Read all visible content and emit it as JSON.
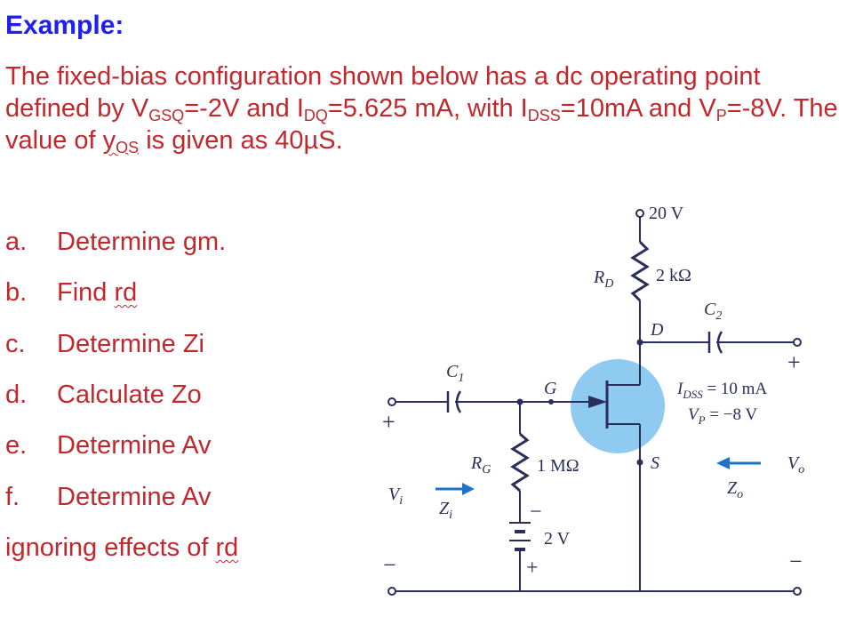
{
  "title": "Example:",
  "problem": {
    "seg1": "The fixed-bias configuration shown below has a dc operating point defined by V",
    "sub1": "GSQ",
    "seg2": "=-2V and I",
    "sub2": "DQ",
    "seg3": "=5.625 mA, with I",
    "sub3": "DSS",
    "seg4": "=10mA and V",
    "sub4": "P",
    "seg5": "=-8V. The value of ",
    "yos_main": "y",
    "yos_sub": "OS",
    "seg6": " is given as 40µS."
  },
  "items": [
    {
      "letter": "a.",
      "text": "Determine gm.",
      "wavy": ""
    },
    {
      "letter": "b.",
      "text": "Find ",
      "wavy": "rd"
    },
    {
      "letter": "c.",
      "text": "Determine Zi",
      "wavy": ""
    },
    {
      "letter": "d.",
      "text": "Calculate Zo",
      "wavy": ""
    },
    {
      "letter": "e.",
      "text": "Determine Av",
      "wavy": ""
    },
    {
      "letter": "f.",
      "text": "Determine Av",
      "wavy": ""
    },
    {
      "letter": "",
      "text": "ignoring effects of ",
      "wavy": "rd"
    }
  ],
  "circuit": {
    "supply": "20 V",
    "rd_label": "R",
    "rd_sub": "D",
    "rd_value": "2 kΩ",
    "c2_label": "C",
    "c2_sub": "2",
    "drain_label": "D",
    "gate_label": "G",
    "source_label": "S",
    "c1_label": "C",
    "c1_sub": "1",
    "rg_label": "R",
    "rg_sub": "G",
    "rg_value": "1 MΩ",
    "battery_value": "2 V",
    "idss_label": "I",
    "idss_sub": "DSS",
    "idss_value": " = 10 mA",
    "vp_label": "V",
    "vp_sub": "P",
    "vp_value": " = −8 V",
    "vi_label": "V",
    "vi_sub": "i",
    "zi_label": "Z",
    "zi_sub": "i",
    "vo_label": "V",
    "vo_sub": "o",
    "zo_label": "Z",
    "zo_sub": "o",
    "plus": "+",
    "minus": "−"
  },
  "colors": {
    "title": "#1f1ff0",
    "text": "#c0282d",
    "highlight": "#8fcaf0",
    "arrow": "#1e73c8",
    "ink": "#2a2e5a"
  }
}
